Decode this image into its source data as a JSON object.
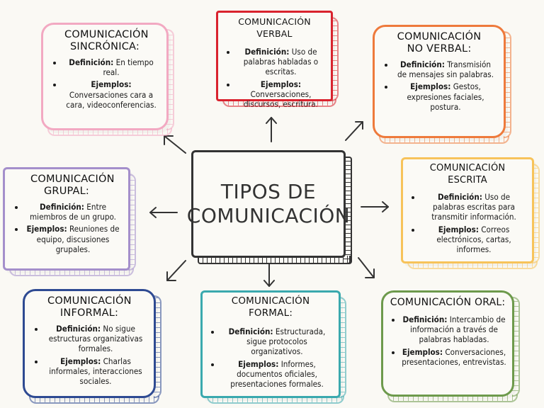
{
  "center": {
    "title_line1": "TIPOS DE",
    "title_line2": "COMUNICACIÓN"
  },
  "labels": {
    "def": "Definición:",
    "ex": "Ejemplos:"
  },
  "cards": {
    "sincronica": {
      "color": "#f2a9c2",
      "title": "COMUNICACIÓN SINCRÓNICA:",
      "def": "En tiempo real.",
      "ex": "Conversaciones cara a cara, videoconferencias."
    },
    "verbal": {
      "color": "#d9232e",
      "title": "COMUNICACIÓN VERBAL",
      "def": "Uso de palabras habladas o escritas.",
      "ex": "Conversaciones, discursos, escritura."
    },
    "no_verbal": {
      "color": "#ee7a3c",
      "title": "COMUNICACIÓN NO VERBAL:",
      "def": "Transmisión de mensajes sin palabras.",
      "ex": "Gestos, expresiones faciales, postura."
    },
    "grupal": {
      "color": "#a48fcb",
      "title": "COMUNICACIÓN GRUPAL:",
      "def": "Entre miembros de un grupo.",
      "ex": "Reuniones de equipo, discusiones grupales."
    },
    "escrita": {
      "color": "#f7c35a",
      "title": "COMUNICACIÓN ESCRITA",
      "def": "Uso de palabras escritas para transmitir información.",
      "ex": "Correos electrónicos, cartas, informes."
    },
    "informal": {
      "color": "#2e4a92",
      "title": "COMUNICACIÓN INFORMAL:",
      "def": "No sigue estructuras organizativas formales.",
      "ex": "Charlas informales, interacciones sociales."
    },
    "formal": {
      "color": "#3aa9ae",
      "title": "COMUNICACIÓN FORMAL:",
      "def": "Estructurada, sigue protocolos organizativos.",
      "ex": "Informes, documentos oficiales, presentaciones formales."
    },
    "oral": {
      "color": "#6d9a4c",
      "title": "COMUNICACIÓN ORAL:",
      "def": "Intercambio de información a través de palabras habladas.",
      "ex": "Conversaciones, presentaciones, entrevistas."
    }
  }
}
